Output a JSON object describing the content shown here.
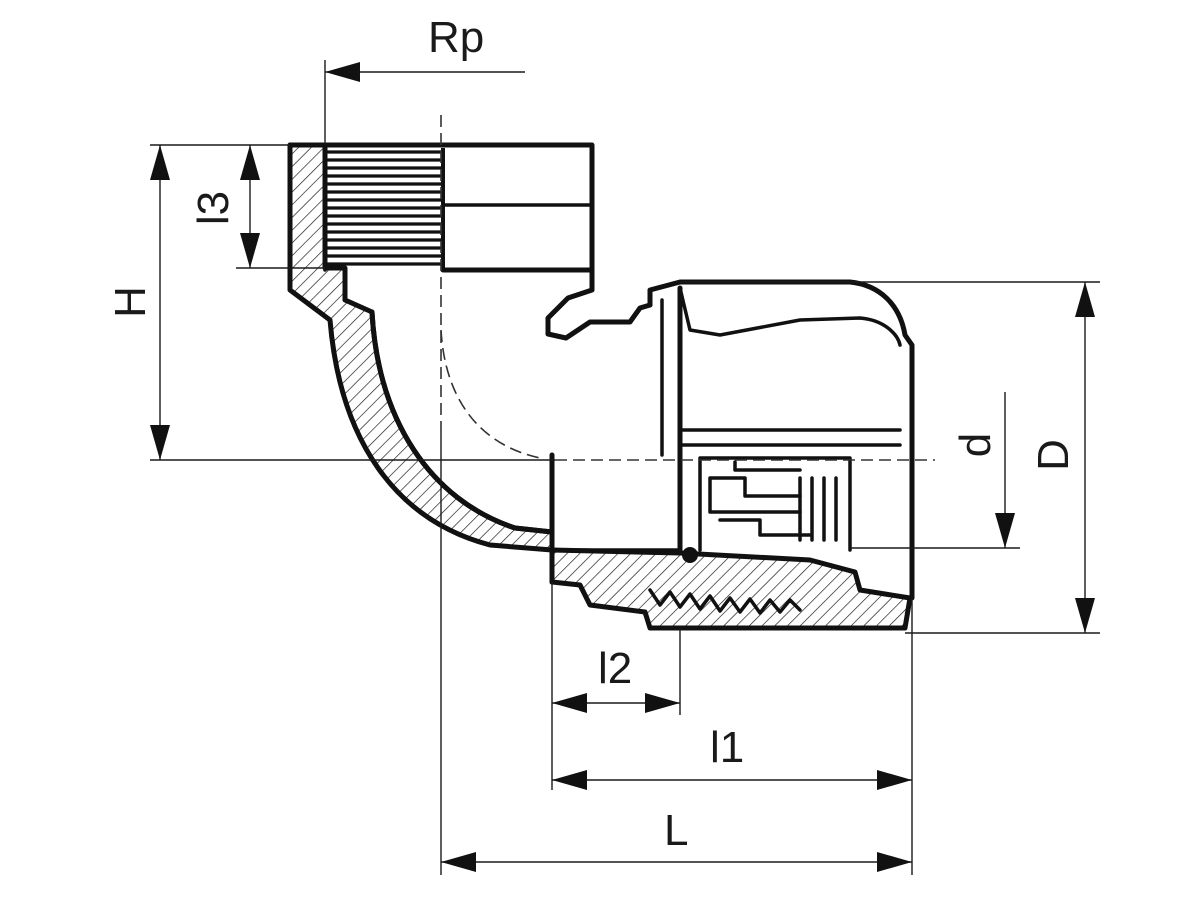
{
  "labels": {
    "rp": "Rp",
    "l3": "l3",
    "h": "H",
    "d": "d",
    "D": "D",
    "l2": "l2",
    "l1": "l1",
    "L": "L"
  },
  "colors": {
    "line": "#111111",
    "background": "#ffffff"
  }
}
